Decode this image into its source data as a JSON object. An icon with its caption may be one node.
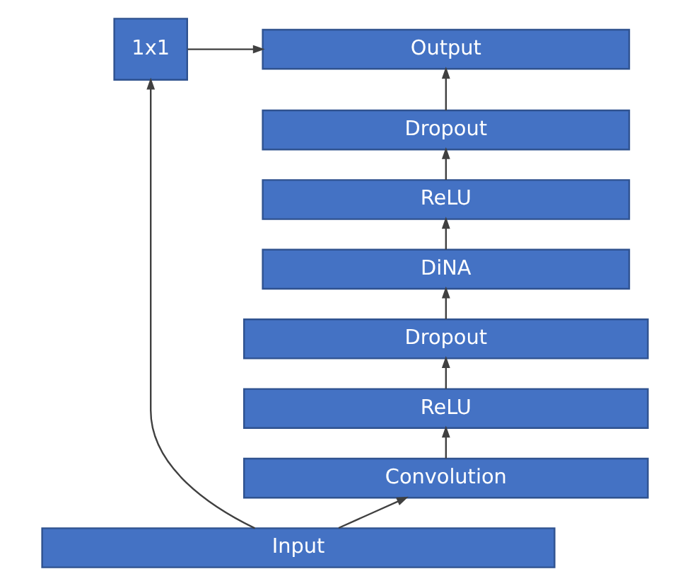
{
  "diagram": {
    "nodes": [
      {
        "text": [
          "Output"
        ]
      },
      {
        "text": [
          "1x1"
        ]
      },
      {
        "text": [
          "Dropout"
        ]
      },
      {
        "text": [
          "ReLU"
        ]
      },
      {
        "text": [
          "DiNA"
        ]
      },
      {
        "text": [
          "Dropout"
        ]
      },
      {
        "text": [
          "ReLU"
        ]
      },
      {
        "text": [
          "Convolution"
        ]
      },
      {
        "text": [
          "Input"
        ]
      }
    ],
    "edges": [
      {
        "from": 8,
        "to": 7,
        "arrow": "to"
      },
      {
        "from": 7,
        "to": 6,
        "arrow": "to"
      },
      {
        "from": 6,
        "to": 5,
        "arrow": "to"
      },
      {
        "from": 5,
        "to": 4,
        "arrow": "to"
      },
      {
        "from": 4,
        "to": 3,
        "arrow": "to"
      },
      {
        "from": 3,
        "to": 2,
        "arrow": "to"
      },
      {
        "from": 2,
        "to": 0,
        "arrow": "to"
      },
      {
        "from": 8,
        "to": 1,
        "arrow": "to"
      },
      {
        "from": 1,
        "to": 0,
        "arrow": "to"
      }
    ]
  }
}
